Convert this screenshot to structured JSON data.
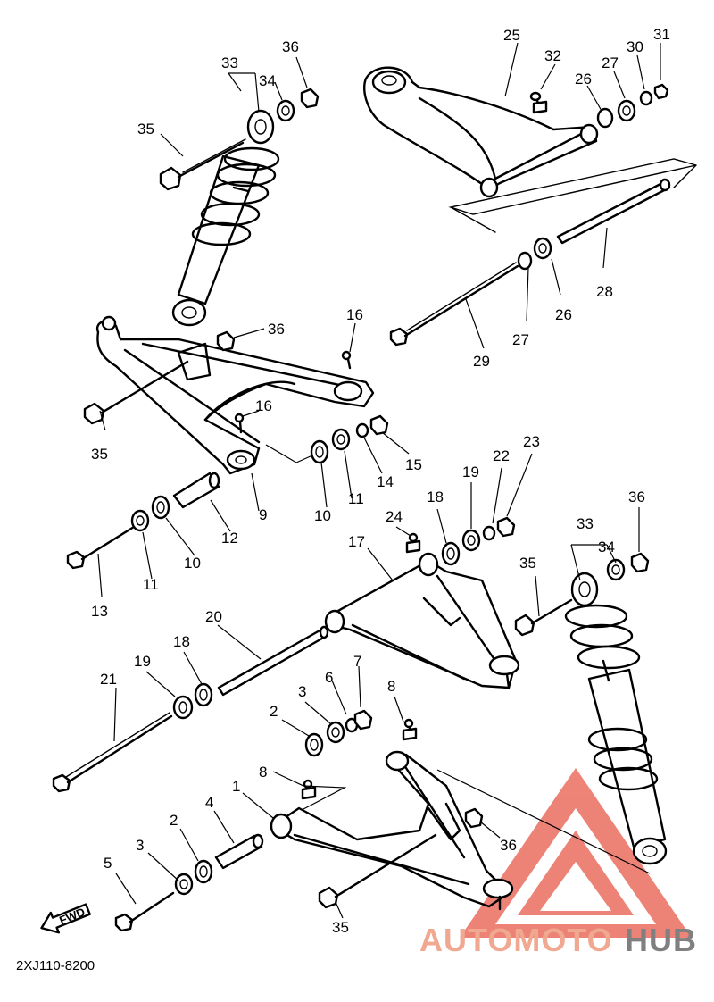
{
  "diagram": {
    "drawing_code": "2XJ110-8200",
    "direction_arrow_label": "FWD",
    "watermark": {
      "part1": "AUTOMOTO",
      "part2": "HUB",
      "color1": "#f0a890",
      "color2": "#808080",
      "logo_color": "#e85a4a"
    },
    "callouts": {
      "c1": "1",
      "c2a": "2",
      "c2b": "2",
      "c3a": "3",
      "c3b": "3",
      "c4": "4",
      "c5": "5",
      "c6": "6",
      "c7": "7",
      "c8a": "8",
      "c8b": "8",
      "c9": "9",
      "c10a": "10",
      "c10b": "10",
      "c11a": "11",
      "c11b": "11",
      "c12": "12",
      "c13": "13",
      "c14": "14",
      "c15": "15",
      "c16a": "16",
      "c16b": "16",
      "c17": "17",
      "c18a": "18",
      "c18b": "18",
      "c19a": "19",
      "c19b": "19",
      "c20": "20",
      "c21": "21",
      "c22": "22",
      "c23": "23",
      "c24": "24",
      "c25": "25",
      "c26a": "26",
      "c26b": "26",
      "c27a": "27",
      "c27b": "27",
      "c28": "28",
      "c29": "29",
      "c30": "30",
      "c31": "31",
      "c32": "32",
      "c33a": "33",
      "c33b": "33",
      "c34a": "34",
      "c34b": "34",
      "c35a": "35",
      "c35b": "35",
      "c35c": "35",
      "c35d": "35",
      "c36a": "36",
      "c36b": "36",
      "c36c": "36",
      "c36d": "36"
    }
  }
}
